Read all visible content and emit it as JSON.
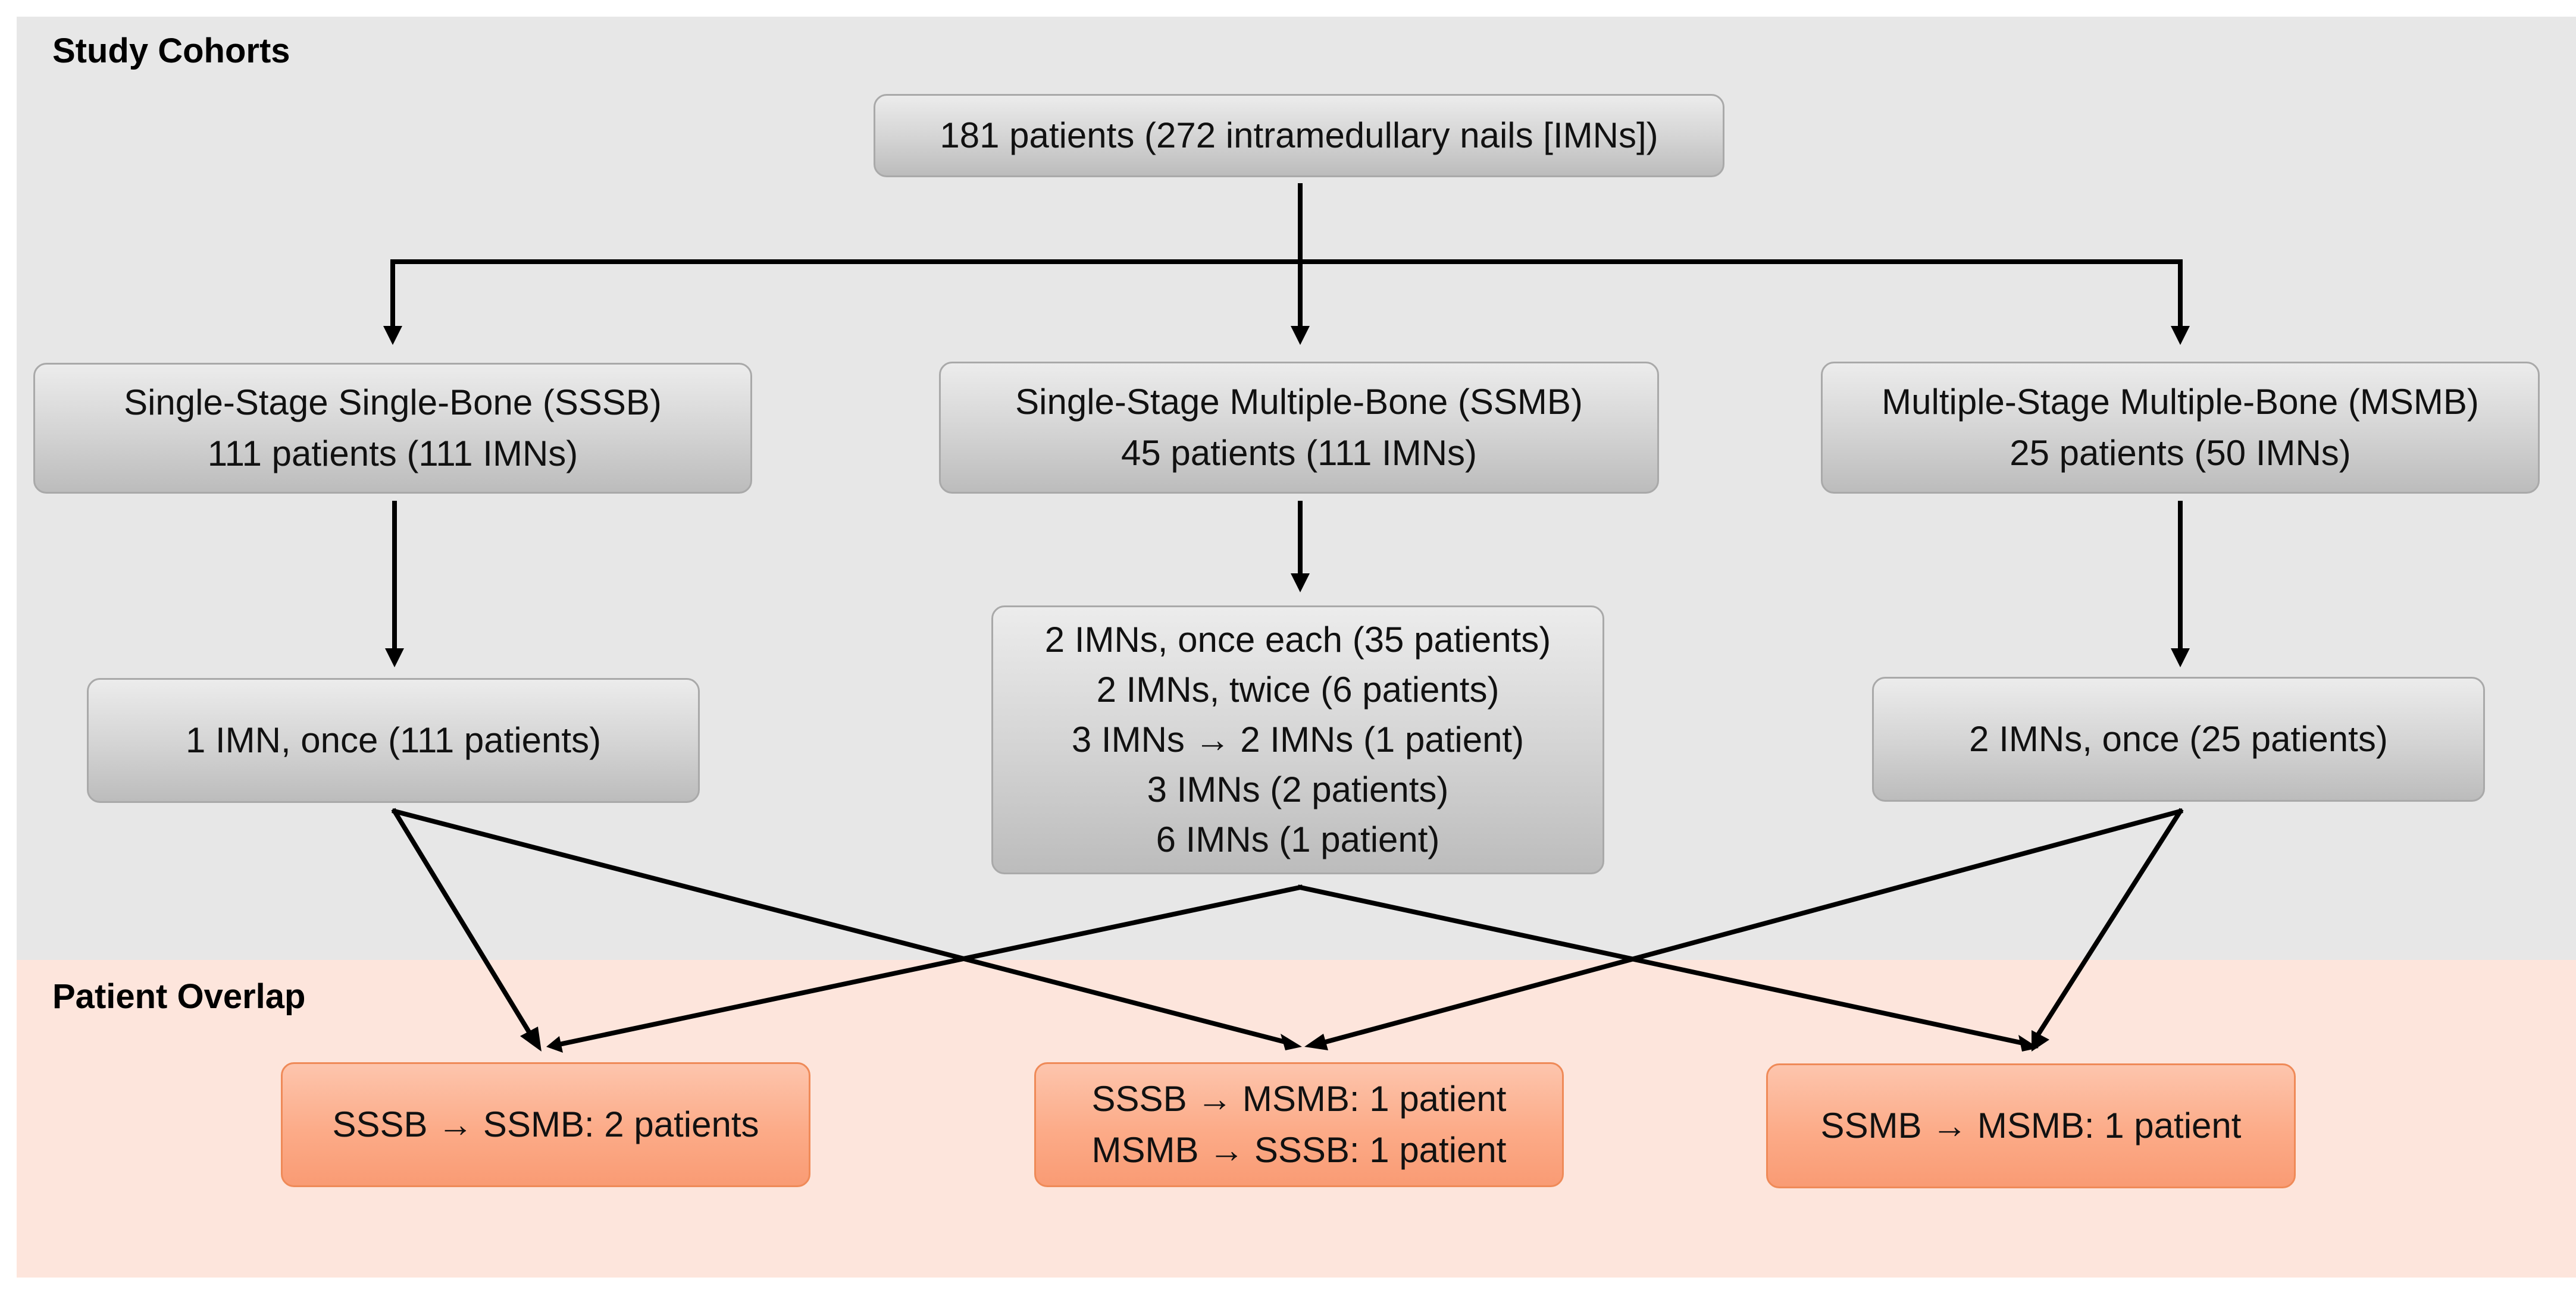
{
  "sections": {
    "cohorts_title": "Study Cohorts",
    "overlap_title": "Patient Overlap"
  },
  "nodes": {
    "root": [
      "181 patients (272 intramedullary nails [IMNs])"
    ],
    "sssb": [
      "Single-Stage Single-Bone (SSSB)",
      "111 patients (111 IMNs)"
    ],
    "ssmb": [
      "Single-Stage Multiple-Bone (SSMB)",
      "45 patients (111 IMNs)"
    ],
    "msmb": [
      "Multiple-Stage Multiple-Bone (MSMB)",
      "25 patients (50 IMNs)"
    ],
    "sssb_detail": [
      "1 IMN, once (111 patients)"
    ],
    "ssmb_detail": [
      "2 IMNs, once each (35 patients)",
      "2 IMNs, twice (6 patients)",
      "3 IMNs → 2 IMNs (1 patient)",
      "3 IMNs (2 patients)",
      "6 IMNs (1 patient)"
    ],
    "msmb_detail": [
      "2 IMNs, once (25 patients)"
    ],
    "overlap_sssb_ssmb": [
      "SSSB → SSMB: 2 patients"
    ],
    "overlap_sssb_msmb": [
      "SSSB → MSMB: 1 patient",
      "MSMB → SSSB: 1 patient"
    ],
    "overlap_ssmb_msmb": [
      "SSMB → MSMB: 1 patient"
    ]
  },
  "colors": {
    "cohort_background": "#e7e7e7",
    "overlap_background": "#fde5dc",
    "node_gray": "#cfcfcf",
    "node_orange": "#fcab88",
    "arrow": "#000000"
  }
}
